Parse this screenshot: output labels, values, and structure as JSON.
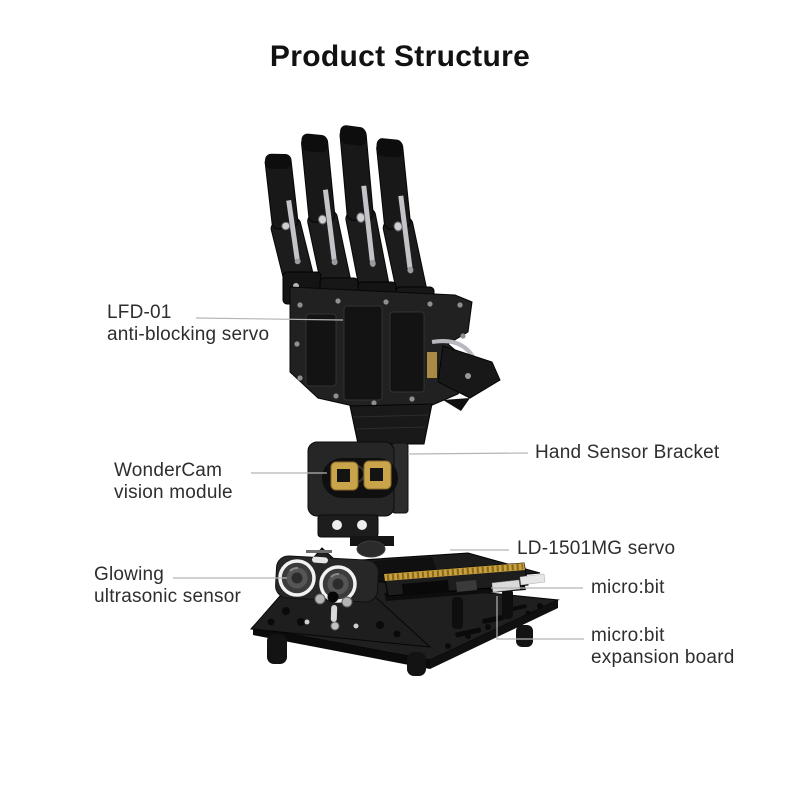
{
  "page": {
    "title": "Product Structure"
  },
  "colors": {
    "title_text": "#121212",
    "label_text": "#2e2e2e",
    "leader_line": "#b5b5b5",
    "device_black": "#1e1e1e",
    "gold_accent": "#c9a44a",
    "microbit_edge_gold": "#c9a23e",
    "silver_accent": "#c7c7cb",
    "ultrasonic_ring_white": "#f2f2f2"
  },
  "callouts": {
    "lfd01": {
      "line1": "LFD-01",
      "line2": "anti-blocking servo"
    },
    "wondercam": {
      "line1": "WonderCam",
      "line2": "vision module"
    },
    "glowing": {
      "line1": "Glowing",
      "line2": "ultrasonic sensor"
    },
    "hand_sensor_bracket": {
      "line1": "Hand Sensor Bracket"
    },
    "ld1501mg": {
      "line1": "LD-1501MG servo"
    },
    "microbit": {
      "line1": "micro:bit"
    },
    "microbit_expansion": {
      "line1": "micro:bit",
      "line2": "expansion board"
    }
  }
}
